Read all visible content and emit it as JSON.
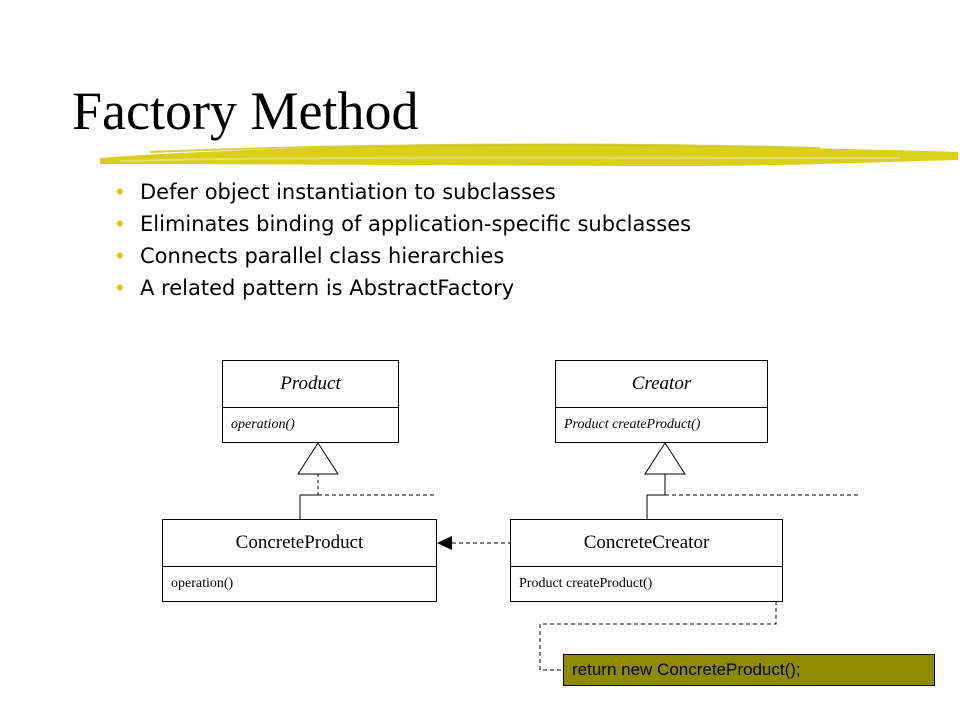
{
  "slide": {
    "title": "Factory Method",
    "bullets": [
      "Defer object instantiation to subclasses",
      "Eliminates binding of application-specific subclasses",
      "Connects parallel class hierarchies",
      "A related pattern is AbstractFactory"
    ]
  },
  "diagram": {
    "product": {
      "name": "Product",
      "operation": "operation()"
    },
    "creator": {
      "name": "Creator",
      "operation": "Product createProduct()"
    },
    "concrete_product": {
      "name": "ConcreteProduct",
      "operation": "operation()"
    },
    "concrete_creator": {
      "name": "ConcreteCreator",
      "operation": "Product createProduct()"
    },
    "note": "return new ConcreteProduct();"
  },
  "colors": {
    "brush": "#d9cf1c",
    "bullet": "#d6c900",
    "note_fill": "#8f8a00"
  }
}
